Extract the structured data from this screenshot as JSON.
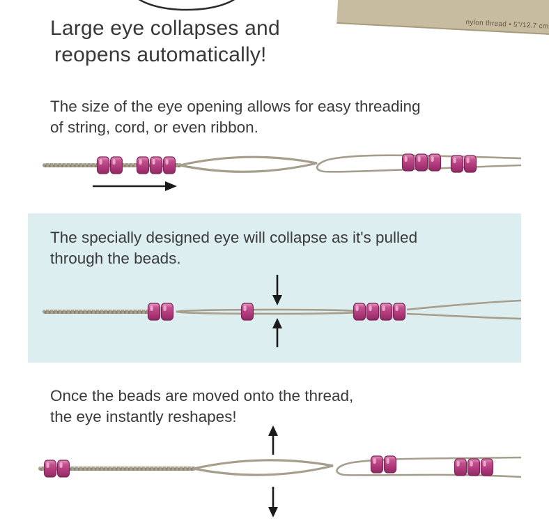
{
  "headline": {
    "line1": "Large eye collapses and",
    "line2": "reopens automatically!"
  },
  "corner_label": {
    "text": "nylon thread • 5\"/12.7 cm"
  },
  "sections": [
    {
      "line1": "The size of the eye opening allows for easy threading",
      "line2": "of string, cord, or even ribbon."
    },
    {
      "line1": "The specially designed eye will collapse as it's pulled",
      "line2": "through the beads."
    },
    {
      "line1": "Once the beads are moved onto the thread,",
      "line2": "the eye instantly reshapes!"
    }
  ],
  "icons": {
    "right_arrow": "right-arrow",
    "down_arrow": "down-arrow",
    "up_arrow": "up-arrow"
  },
  "colors": {
    "highlight_box": "#dceef0",
    "bead_main": "#b13a7c",
    "bead_dark": "#7c2256",
    "thread": "#a69e8c",
    "text": "#3a3a3a",
    "label_bg": "#c7bca0",
    "arrow": "#1a1a1a"
  }
}
